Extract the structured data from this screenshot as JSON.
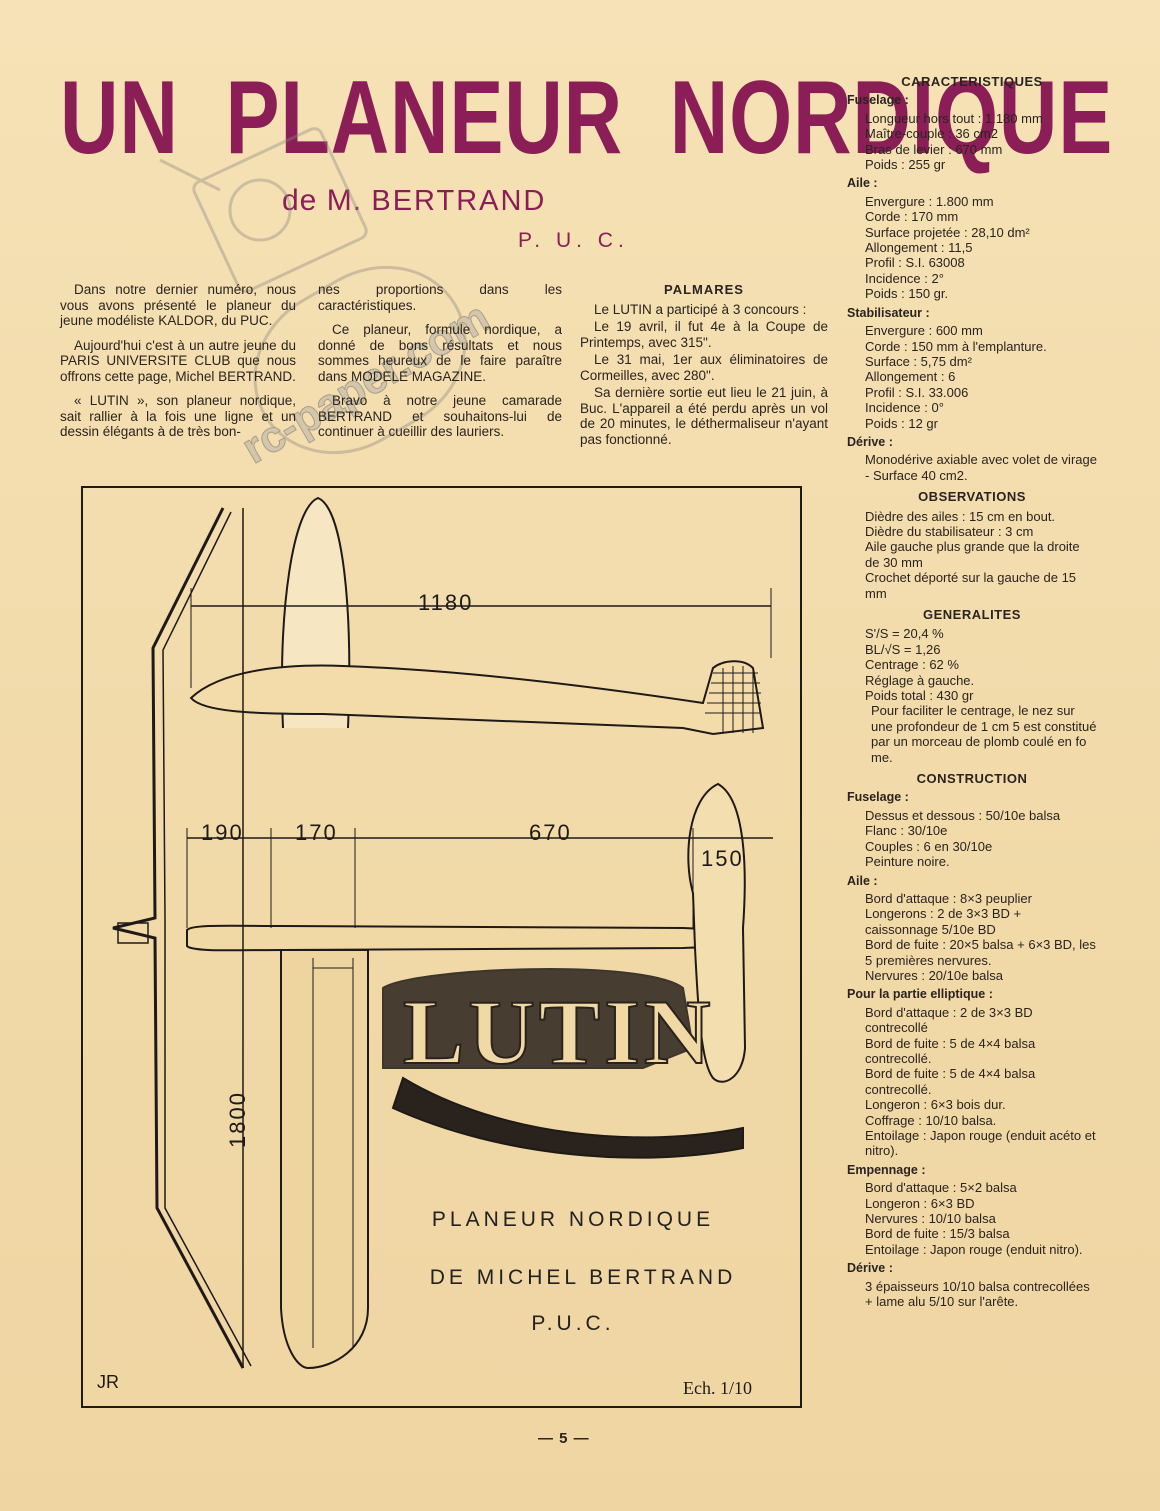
{
  "title": "UN PLANEUR NORDIQUE",
  "subtitle": {
    "prefix": "de M.",
    "name": "BERTRAND"
  },
  "club": "P. U. C.",
  "columns": {
    "col1": [
      "Dans notre dernier numéro, nous vous avons présenté le planeur du jeune modéliste KALDOR, du PUC.",
      "Aujourd'hui c'est à un autre jeune du PARIS UNIVERSITE CLUB que nous offrons cette page, Michel BERTRAND.",
      "« LUTIN », son planeur nordique, sait rallier à la fois une ligne et un dessin élégants à de très bon-"
    ],
    "col2": [
      "nes proportions dans les caractéristiques.",
      "Ce planeur, formule nordique, a donné de bons résultats et nous sommes heureux de le faire paraître dans MODELE MAGAZINE.",
      "Bravo à notre jeune camarade BERTRAND et souhaitons-lui de continuer à cueillir des lauriers."
    ],
    "palmares_title": "PALMARES",
    "palmares": [
      "Le LUTIN a participé à 3 concours :",
      "Le 19 avril, il fut 4e à la Coupe de Printemps, avec 315\".",
      "Le 31 mai, 1er aux éliminatoires de Cormeilles, avec 280\".",
      "Sa dernière sortie eut lieu le 21 juin, à Buc. L'appareil a été perdu après un vol de 20 minutes, le déthermaliseur n'ayant pas fonctionné."
    ]
  },
  "side": {
    "caracteristiques_title": "CARACTERISTIQUES",
    "fuselage_title": "Fuselage :",
    "fuselage": [
      "Longueur hors tout : 1.180 mm",
      "Maître-couple : 36 cm2",
      "Bras de levier : 670 mm",
      "Poids : 255 gr"
    ],
    "aile_title": "Aile :",
    "aile": [
      "Envergure : 1.800 mm",
      "Corde : 170 mm",
      "Surface projetée : 28,10 dm²",
      "Allongement : 11,5",
      "Profil : S.I. 63008",
      "Incidence : 2°",
      "Poids : 150 gr."
    ],
    "stab_title": "Stabilisateur :",
    "stab": [
      "Envergure : 600 mm",
      "Corde : 150 mm à l'emplanture.",
      "Surface : 5,75 dm²",
      "Allongement : 6",
      "Profil : S.I. 33.006",
      "Incidence : 0°",
      "Poids : 12 gr"
    ],
    "derive_title": "Dérive :",
    "derive": [
      "Monodérive axiable avec volet de virage - Surface 40 cm2."
    ],
    "observations_title": "OBSERVATIONS",
    "observations": [
      "Dièdre des ailes : 15 cm en bout.",
      "Dièdre du stabilisateur : 3 cm",
      "Aile gauche plus grande que la droite de 30 mm",
      "Crochet déporté sur la gauche de 15 mm"
    ],
    "generalites_title": "GENERALITES",
    "generalites": [
      "S'/S = 20,4 %",
      "BL/√S = 1,26",
      "Centrage : 62 %",
      "Réglage à gauche.",
      "Poids total : 430 gr",
      "Pour faciliter le centrage, le nez sur une profondeur de 1 cm 5 est constitué par un morceau de plomb coulé en fo me."
    ],
    "construction_title": "CONSTRUCTION",
    "c_fuselage_title": "Fuselage :",
    "c_fuselage": [
      "Dessus et dessous : 50/10e balsa",
      "Flanc : 30/10e",
      "Couples : 6 en 30/10e",
      "Peinture noire."
    ],
    "c_aile_title": "Aile :",
    "c_aile": [
      "Bord d'attaque : 8×3 peuplier",
      "Longerons : 2 de 3×3 BD + caissonnage 5/10e BD",
      "Bord de fuite : 20×5 balsa + 6×3 BD, les 5 premières nervures.",
      "Nervures : 20/10e balsa"
    ],
    "c_ellip_title": "Pour la partie elliptique :",
    "c_ellip": [
      "Bord d'attaque : 2 de 3×3 BD contrecollé",
      "Bord de fuite : 5 de 4×4 balsa contrecollé.",
      "Bord de fuite : 5 de 4×4 balsa contrecollé.",
      "Longeron : 6×3 bois dur.",
      "Coffrage : 10/10 balsa.",
      "Entoilage : Japon rouge (enduit acéto et nitro)."
    ],
    "c_emp_title": "Empennage :",
    "c_emp": [
      "Bord d'attaque : 5×2 balsa",
      "Longeron : 6×3 BD",
      "Nervures : 10/10 balsa",
      "Bord de fuite : 15/3 balsa",
      "Entoilage : Japon rouge (enduit nitro)."
    ],
    "c_derive_title": "Dérive :",
    "c_derive": [
      "3 épaisseurs 10/10 balsa contrecollées + lame alu 5/10 sur l'arête."
    ]
  },
  "plan": {
    "dims": {
      "length": "1180",
      "d190": "190",
      "d170": "170",
      "d670": "670",
      "d150": "150",
      "span": "1800"
    },
    "logo": "LUTIN",
    "caption1": "PLANEUR NORDIQUE",
    "caption2": "DE MICHEL BERTRAND",
    "caption3": "P.U.C.",
    "scale": "Ech. 1/10",
    "initials": "JR"
  },
  "watermark": "rc-paper.com",
  "page_number": "— 5 —"
}
